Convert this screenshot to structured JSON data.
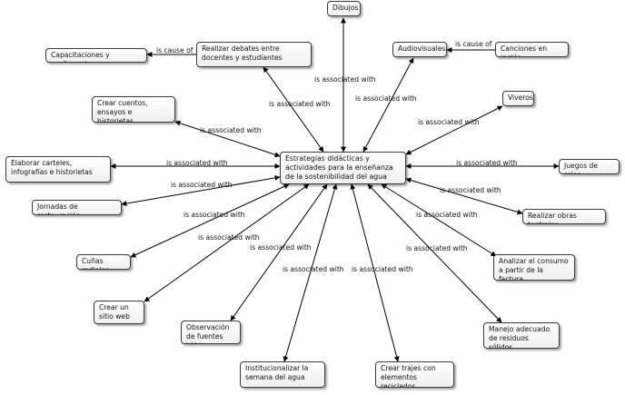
{
  "center": "Estrategias didácticas y actividades para la enseñanza de la sostenibilidad del agua",
  "nodes": {
    "dibujos": "Dibujos",
    "capacitaciones": "Capacitaciones y conferencias",
    "debates": "Realizar debates entre docentes y estudiantes",
    "audiovisuales": "Audiovisuales",
    "canciones": "Canciones en inglés",
    "viveros": "Viveros",
    "cuentos": "Crear cuentos, ensayos e historietas",
    "carteles": "Elaborar carteles, infografías e historietas",
    "juegos": "Juegos de roles",
    "jornadas": "Jornadas de restauración",
    "obras": "Realizar obras teatrales",
    "cunas": "Cuñas radiales",
    "consumo": "Analizar el consumo a partir de la factura",
    "sitio": "Crear un sitio web",
    "observacion": "Observación de fuentes hídricas",
    "manejo": "Manejo adecuado de residuos sólidos",
    "institucionalizar": "Institucionalizar la semana del agua",
    "trajes": "Crear trajes con elementos reciclados"
  },
  "edges": {
    "cause_capacitaciones": "is cause of",
    "cause_canciones": "is cause of",
    "assoc": "is associated with"
  }
}
